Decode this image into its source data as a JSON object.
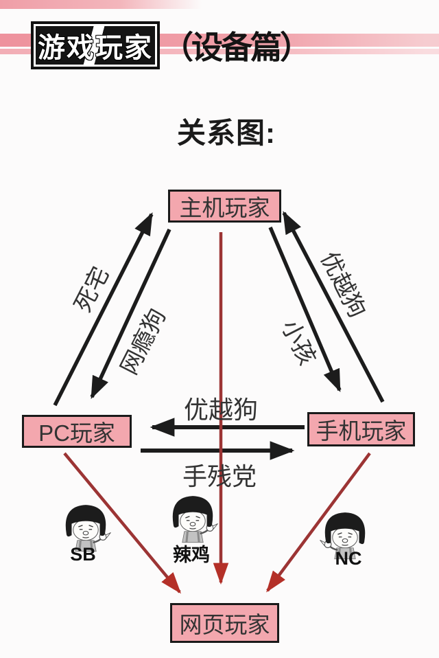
{
  "header": {
    "title": "游戏玩家",
    "subtitle": "（设备篇）"
  },
  "heading": "关系图:",
  "nodes": {
    "console": "主机玩家",
    "pc": "PC玩家",
    "mobile": "手机玩家",
    "web": "网页玩家"
  },
  "edge_labels": {
    "pc_to_console": "死宅",
    "console_to_pc": "网瘾狗",
    "mobile_to_console": "优越狗",
    "console_to_mobile": "小孩",
    "mobileile_note": "",
    "mobile_to_pc": "优越狗",
    "pc_to_mobile": "手残党"
  },
  "memes": {
    "left": "SB",
    "center": "辣鸡",
    "right": "NC"
  },
  "colors": {
    "node_fill": "#f3a7ae",
    "node_border": "#1a1a1a",
    "stripe_dark": "#ee929d",
    "stripe_light": "#f5bcc2",
    "arrow_black": "#1c1c1c",
    "arrow_red": "#9c3434",
    "arrowhead_red": "#b43028"
  }
}
